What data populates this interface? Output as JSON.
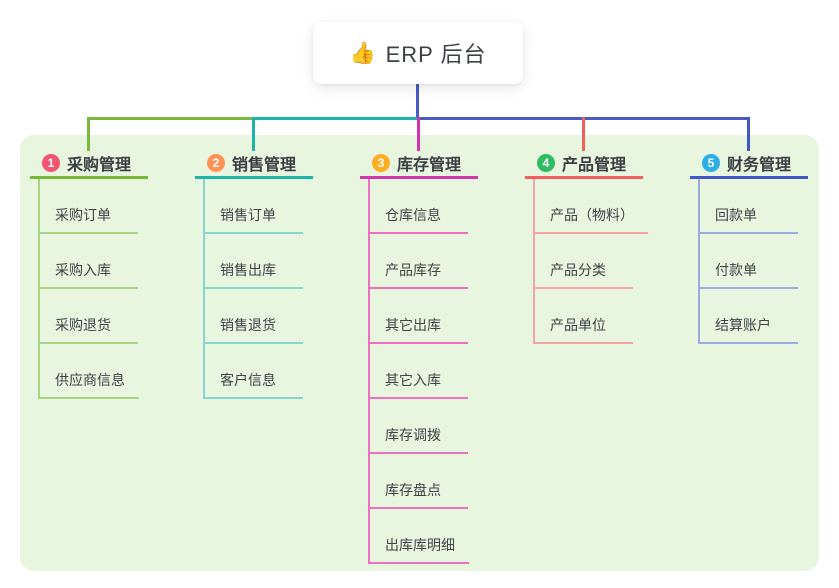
{
  "root": {
    "icon": "thumbs-up",
    "icon_char": "👍",
    "title": "ERP 后台",
    "connector_color": "#4a5ac8"
  },
  "panel_color": "#e8f6e0",
  "branches": [
    {
      "badge": "1",
      "badge_color": "#f25572",
      "label": "采购管理",
      "line_color": "#7ab83c",
      "item_line_color": "#a9d383",
      "items": [
        "采购订单",
        "采购入库",
        "采购退货",
        "供应商信息"
      ]
    },
    {
      "badge": "2",
      "badge_color": "#ff9254",
      "label": "销售管理",
      "line_color": "#1eb5a6",
      "item_line_color": "#85d6cd",
      "items": [
        "销售订单",
        "销售出库",
        "销售退货",
        "客户信息"
      ]
    },
    {
      "badge": "3",
      "badge_color": "#ffae24",
      "label": "库存管理",
      "line_color": "#d335ae",
      "item_line_color": "#ee6fc0",
      "items": [
        "仓库信息",
        "产品库存",
        "其它出库",
        "其它入库",
        "库存调拨",
        "库存盘点",
        "出库库明细"
      ]
    },
    {
      "badge": "4",
      "badge_color": "#2ebd62",
      "label": "产品管理",
      "line_color": "#f25e5e",
      "item_line_color": "#f6a3a3",
      "items": [
        "产品（物料）",
        "产品分类",
        "产品单位"
      ]
    },
    {
      "badge": "5",
      "badge_color": "#2caee8",
      "label": "财务管理",
      "line_color": "#4258c9",
      "item_line_color": "#9cabe4",
      "items": [
        "回款单",
        "付款单",
        "结算账户"
      ]
    }
  ]
}
